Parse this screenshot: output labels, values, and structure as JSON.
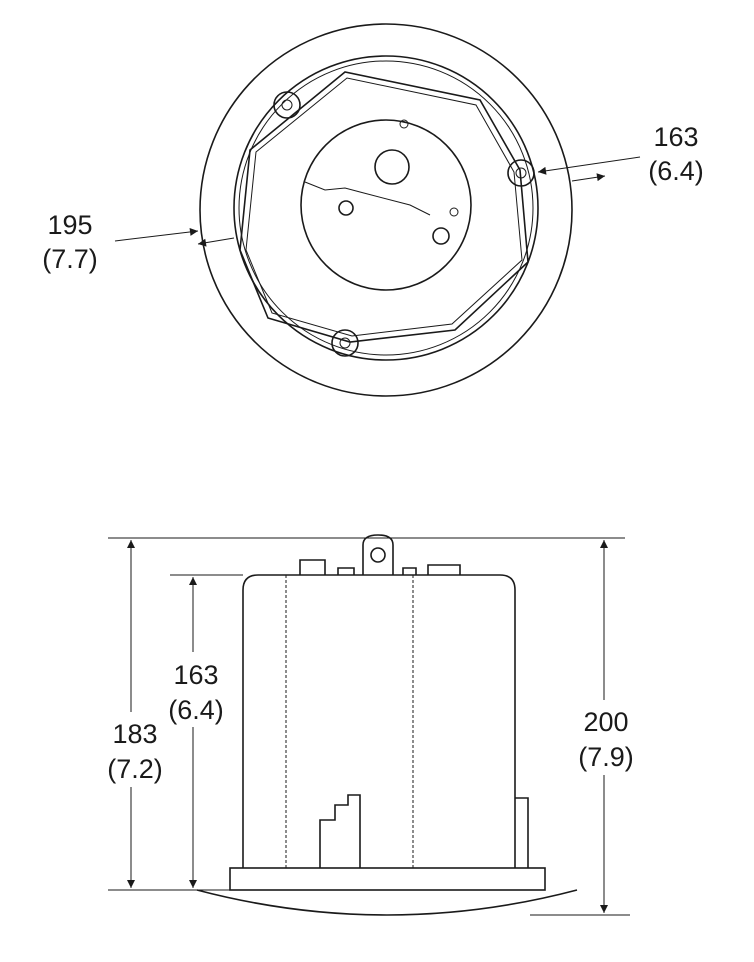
{
  "top_view": {
    "outer_dim": {
      "mm": "195",
      "in": "(7.7)"
    },
    "cutout_dim": {
      "mm": "163",
      "in": "(6.4)"
    }
  },
  "side_view": {
    "overall_height": {
      "mm": "183",
      "in": "(7.2)"
    },
    "body_height": {
      "mm": "163",
      "in": "(6.4)"
    },
    "total_height": {
      "mm": "200",
      "in": "(7.9)"
    }
  }
}
